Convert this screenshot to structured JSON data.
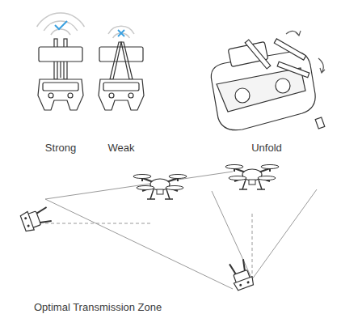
{
  "diagram": {
    "labels": [
      "Strong",
      "Weak",
      "Unfold",
      "Optimal Transmission Zone"
    ]
  }
}
